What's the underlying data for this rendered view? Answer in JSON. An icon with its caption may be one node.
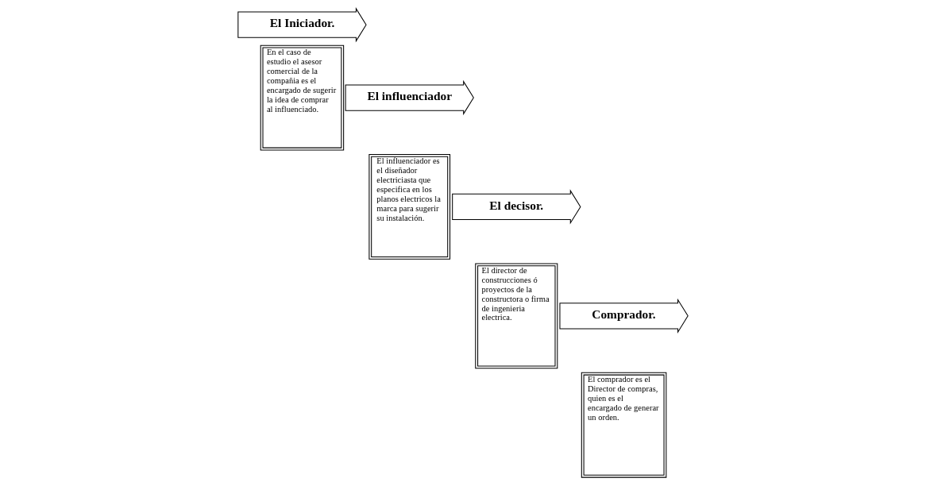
{
  "diagram": {
    "nodes": [
      {
        "text": [
          "El Iniciador."
        ]
      },
      {
        "text": [
          "En el caso de estudio el asesor comercial de la compañia es el encargado de sugerir la idea de comprar al influenciado."
        ]
      },
      {
        "text": [
          "El influenciador"
        ]
      },
      {
        "text": [
          "El influenciador es el diseñador electriciasta que especifica en los planos electricos la marca para sugerir su instalación."
        ]
      },
      {
        "text": [
          "El decisor."
        ]
      },
      {
        "text": [
          "El director de construcciones ó proyectos de la constructora o firma de ingenieria electrica."
        ]
      },
      {
        "text": [
          "Comprador."
        ]
      },
      {
        "text": [
          "El comprador es el Director de compras, quien es el encargado de generar un orden."
        ]
      }
    ],
    "edges": []
  }
}
